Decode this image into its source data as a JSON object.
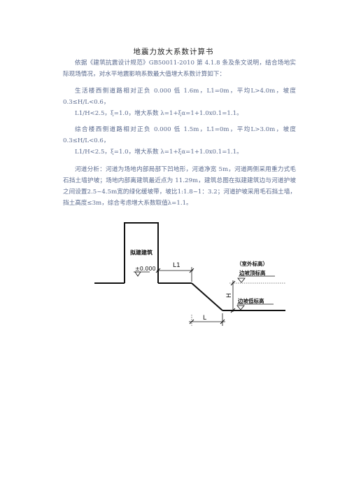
{
  "document": {
    "title": "地震力放大系数计算书",
    "paragraphs": [
      "依据《建筑抗震设计规范》GB50011-2010 第 4.1.8 条及条文说明，结合场地实际现场情况，对水平地震影响系数最大值增大系数计算如下：",
      "生活楼西侧道路相对正负 0.000 低 1.6m，L1=0m，平均L>4.0m，坡度0.3≤H/L<0.6，",
      "L1/H<2.5，ξ=1.0，增大系数 λ=1+ξα=1+1.0x0.1=1.1。",
      "综合楼西侧道路相对正负 0.000 低 1.5m，L1=0m，平均L>3.0m，坡度0.3≤H/L<0.6，",
      "L1/H<2.5，ξ=1.0，增大系数 λ=1+ξα=1+1.0x0.1=1.1。",
      "河道分析：河道为场地内部局部下凹地形，河道净宽 5m，河道两侧采用重力式毛石挡土墙护坡；场地内部离建筑最近点为 11.29m，建筑总图在拟建建筑边与河道护坡之间设置2.5~4.5m宽的绿化缓坡带，坡比1:1.8~1：3.2；河道护坡采用毛石挡土墙，挡土高度≤3m，综合考虑增大系数取值λ=1.1。"
    ]
  },
  "diagram": {
    "building_label": "拟建建筑",
    "zero_level": "±0.000",
    "l1_label": "L1",
    "h_label": "H",
    "l_label": "L",
    "outdoor_label": "（室外标高）",
    "slope_top_label": "边坡顶标高",
    "slope_bottom_label": "边坡低标高"
  }
}
